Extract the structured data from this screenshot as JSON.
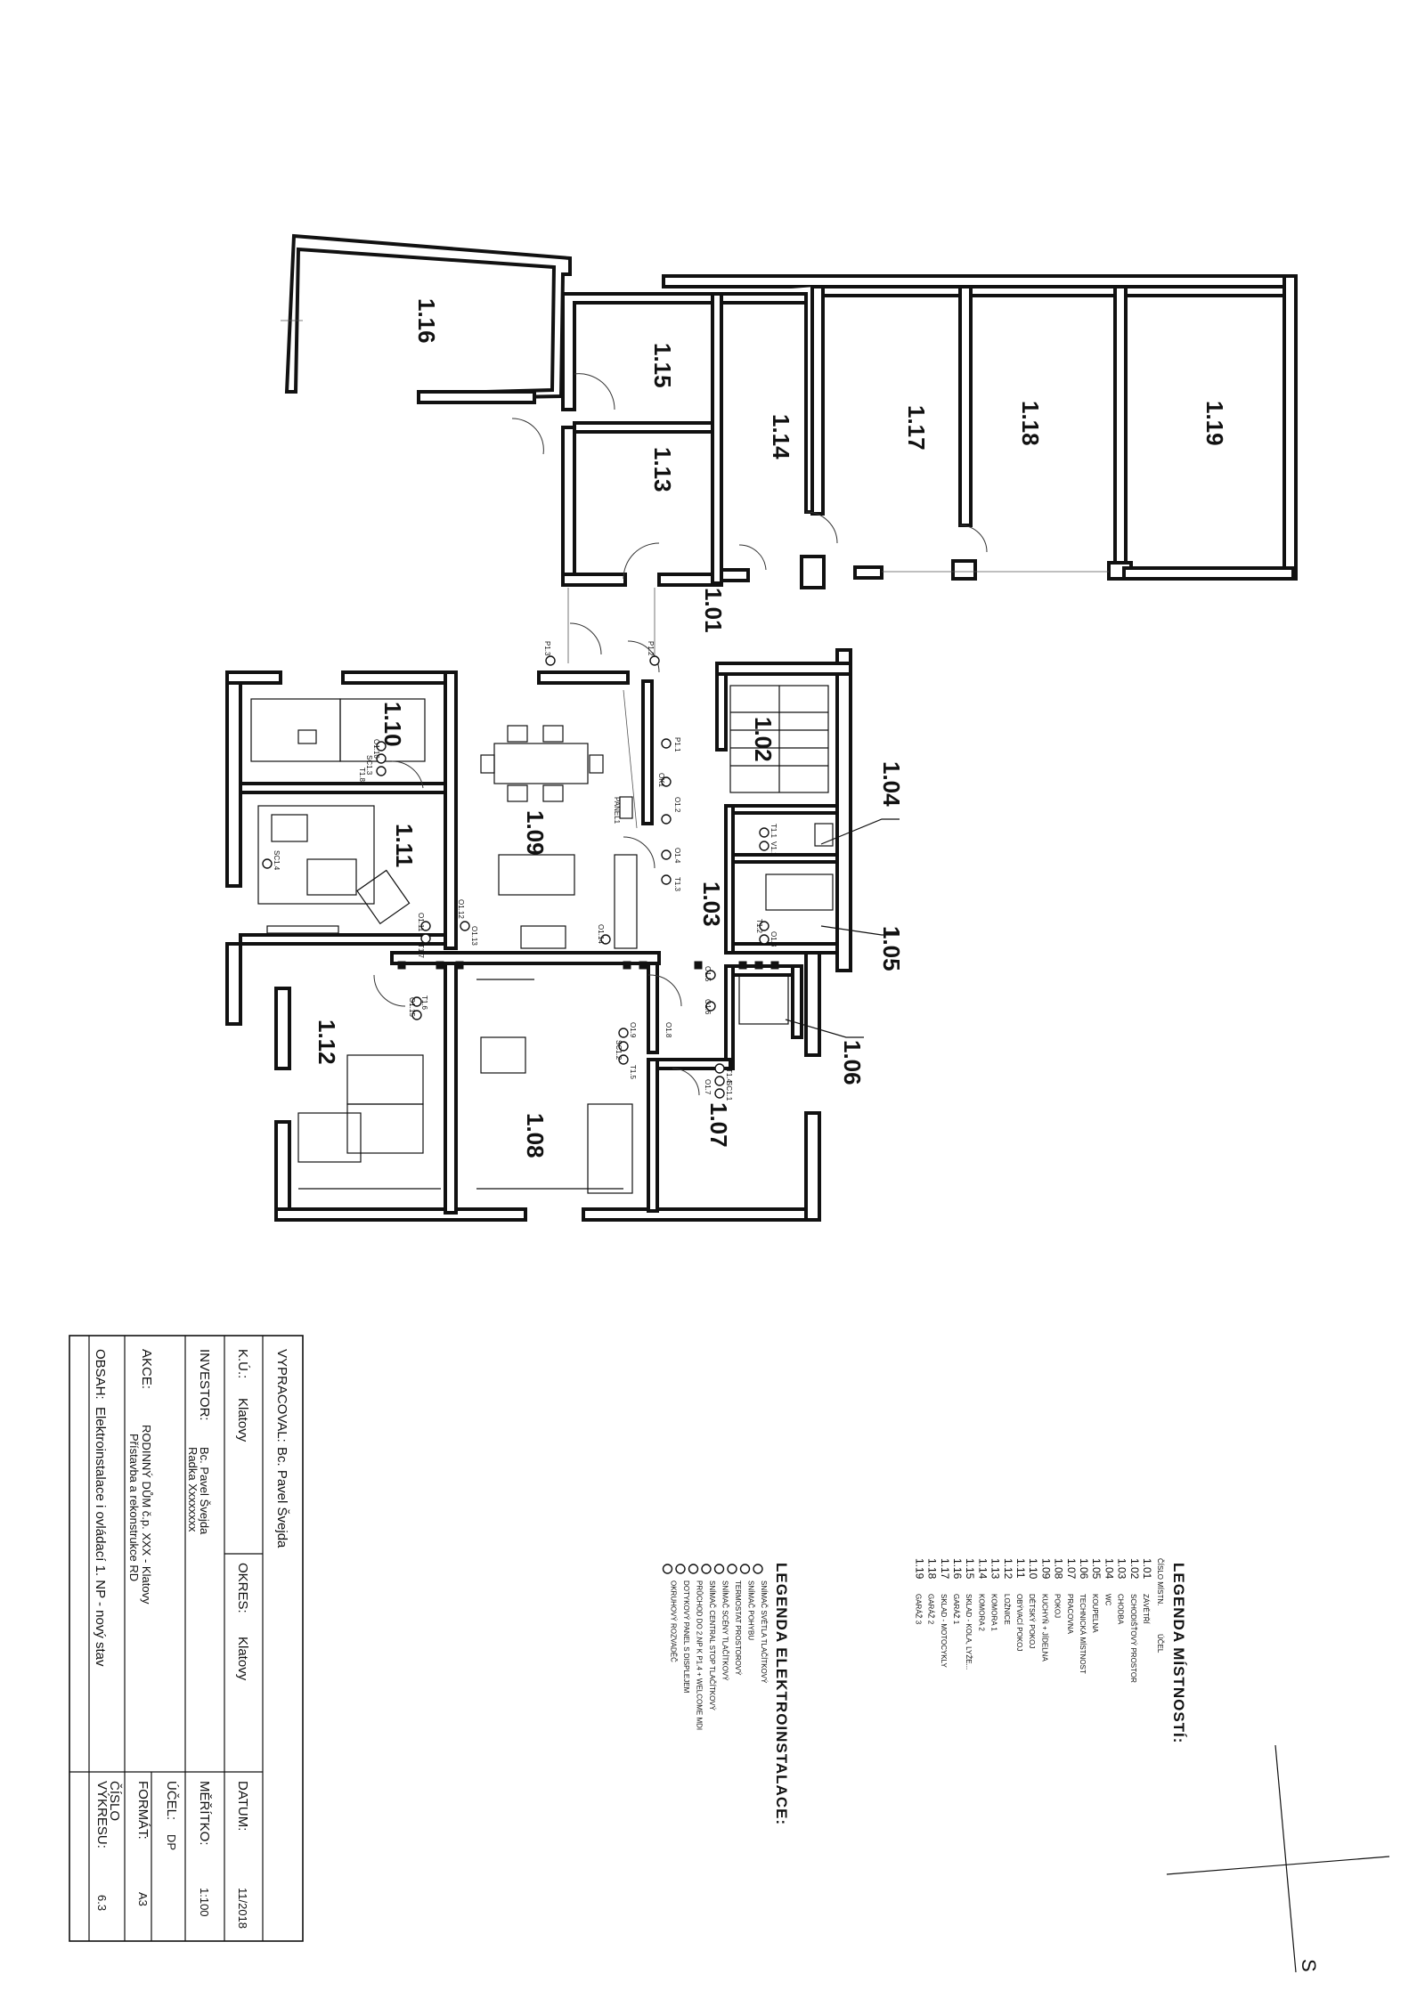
{
  "rooms": [
    {
      "id": "1.01"
    },
    {
      "id": "1.02"
    },
    {
      "id": "1.03"
    },
    {
      "id": "1.04"
    },
    {
      "id": "1.05"
    },
    {
      "id": "1.06"
    },
    {
      "id": "1.07"
    },
    {
      "id": "1.08"
    },
    {
      "id": "1.09"
    },
    {
      "id": "1.10"
    },
    {
      "id": "1.11"
    },
    {
      "id": "1.12"
    },
    {
      "id": "1.13"
    },
    {
      "id": "1.14"
    },
    {
      "id": "1.15"
    },
    {
      "id": "1.16"
    },
    {
      "id": "1.17"
    },
    {
      "id": "1.18"
    },
    {
      "id": "1.19"
    }
  ],
  "plan_labels": {
    "panel": "PANEL1",
    "p13": "P1.3",
    "p12": "P1.2",
    "p11": "P1.1",
    "ok1": "OK1",
    "o110": "O1.10",
    "sc13": "SC1.3",
    "t18": "T1.8",
    "sc14": "SC1.4",
    "o112": "O1.12",
    "o113": "O1.13",
    "o114": "O1.14",
    "o111": "O1.11",
    "t17": "T1.7",
    "t16": "T1.6",
    "o115": "O1.15",
    "o14": "O1.4",
    "t13": "T1.3",
    "o12": "O1.2",
    "t11": "T1.1",
    "v1": "V1.1",
    "t12": "T1.2",
    "o13": "O1.3",
    "o15": "O1.5",
    "o16": "O1.6",
    "o18": "O1.8",
    "o19": "O1.9",
    "sc12": "SC1.2",
    "t15": "T1.5",
    "t14": "T1.4",
    "sc11": "SC1.1",
    "o17": "O1.7"
  },
  "room_legend": {
    "title": "LEGENDA MÍSTNOSTÍ:",
    "col_number": "ČÍSLO MÍSTN.",
    "col_purpose": "ÚČEL",
    "items": [
      {
        "num": "1.01",
        "name": "ZÁVĚTŘÍ"
      },
      {
        "num": "1.02",
        "name": "SCHODIŠŤOVÝ PROSTOR"
      },
      {
        "num": "1.03",
        "name": "CHODBA"
      },
      {
        "num": "1.04",
        "name": "WC"
      },
      {
        "num": "1.05",
        "name": "KOUPELNA"
      },
      {
        "num": "1.06",
        "name": "TECHNICKÁ MÍSTNOST"
      },
      {
        "num": "1.07",
        "name": "PRACOVNA"
      },
      {
        "num": "1.08",
        "name": "POKOJ"
      },
      {
        "num": "1.09",
        "name": "KUCHYŇ + JÍDELNA"
      },
      {
        "num": "1.10",
        "name": "DĚTSKÝ POKOJ"
      },
      {
        "num": "1.11",
        "name": "OBÝVACÍ POKOJ"
      },
      {
        "num": "1.12",
        "name": "LOŽNICE"
      },
      {
        "num": "1.13",
        "name": "KOMORA 1"
      },
      {
        "num": "1.14",
        "name": "KOMORA 2"
      },
      {
        "num": "1.15",
        "name": "SKLAD - KOLA, LYŽE..."
      },
      {
        "num": "1.16",
        "name": "GARÁŽ 1"
      },
      {
        "num": "1.17",
        "name": "SKLAD - MOTOCYKLY"
      },
      {
        "num": "1.18",
        "name": "GARÁŽ 2"
      },
      {
        "num": "1.19",
        "name": "GARÁŽ 3"
      }
    ]
  },
  "elec_legend": {
    "title": "LEGENDA ELEKTROINSTALACE:",
    "items": [
      "SNÍMAČ SVĚTLA TLAČÍTKOVÝ",
      "SNÍMAČ POHYBU",
      "TERMOSTAT PROSTOROVÝ",
      "SNÍMAČ SCÉNY TLAČÍTKOVÝ",
      "SNÍMAČ CENTRAL STOP TLAČÍTKOVÝ",
      "PRŮCHOD DO 2.NP K P1.4 + WELCOME MDI",
      "DOTYKOVÝ PANEL S DISPLEJEM",
      "OKRUHOVÝ ROZVADĚČ"
    ]
  },
  "title_block": {
    "vypracoval_label": "VYPRACOVAL:",
    "vypracoval_value": "Bc. Pavel Švejda",
    "ku_label": "K.Ú.:",
    "ku_value": "Klatovy",
    "okres_label": "OKRES:",
    "okres_value": "Klatovy",
    "investor_label": "INVESTOR:",
    "investor_line1": "Bc. Pavel Švejda",
    "investor_line2": "Radka Xxxxxxxx",
    "akce_label": "AKCE:",
    "akce_line1": "RODINNÝ DŮM č.p. XXX - Klatovy",
    "akce_line2": "Přístavba a rekonstrukce RD",
    "obsah_label": "OBSAH:",
    "obsah_value": "Elektroinstalace i ovládací 1. NP - nový stav",
    "datum_label": "DATUM:",
    "datum_value": "11/2018",
    "meritko_label": "MĚŘÍTKO:",
    "meritko_value": "1:100",
    "ucel_label": "ÚČEL:",
    "ucel_value": "DP",
    "format_label": "FORMÁT:",
    "format_value": "A3",
    "cislo_label": "ČÍSLO",
    "vykresu_label": "VÝKRESU:",
    "vykresu_value": "6.3"
  },
  "north_label": "S"
}
